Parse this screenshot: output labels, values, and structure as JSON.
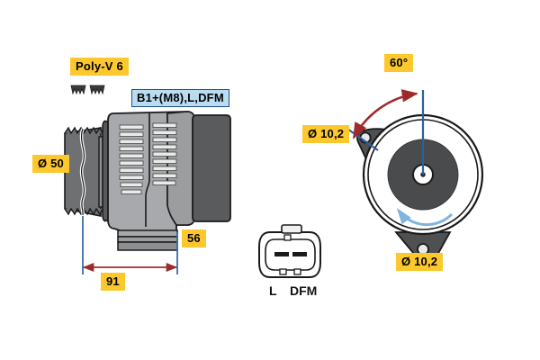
{
  "diagram": {
    "title": "Bosch alternator technical drawing",
    "colors": {
      "callout_yellow": "#fcc82d",
      "callout_blue_fill": "#b9dcf0",
      "callout_blue_border": "#1d4f8c",
      "dimension_line_blue": "#3a6ea8",
      "dimension_arrow_red": "#9d2b2b",
      "rotation_arrow_blue": "#7fb3e0",
      "body_light_gray": "#a7a9ac",
      "body_mid_gray": "#8c8e90",
      "body_dark_gray": "#58595b",
      "outline_black": "#1a1a1a",
      "background": "#ffffff"
    },
    "views": {
      "side_view": {
        "name": "alternator-side-view",
        "callouts": {
          "poly_v": "Poly-V 6",
          "terminals": "B1+(M8),L,DFM",
          "pulley_diameter": "Ø 50",
          "length_overall": "91",
          "mount_height": "56"
        }
      },
      "end_view": {
        "name": "alternator-end-view",
        "callouts": {
          "angle": "60°",
          "bolt_hole_top": "Ø 10,2",
          "bolt_hole_bottom": "Ø 10,2"
        }
      },
      "connector_view": {
        "name": "alternator-connector-view",
        "pin_labels": {
          "left": "L",
          "right": "DFM"
        }
      }
    }
  }
}
